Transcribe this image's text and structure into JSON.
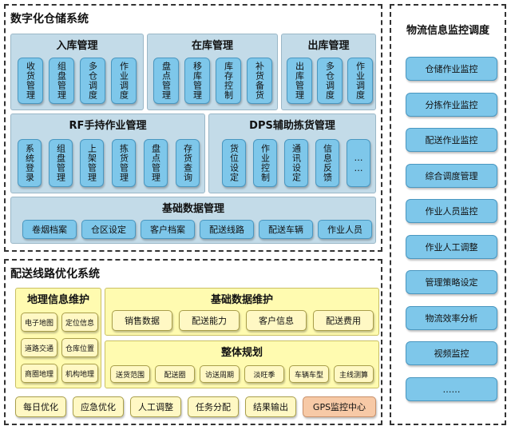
{
  "warehouse": {
    "title": "数字化仓储系统",
    "inbound": {
      "title": "入库管理",
      "items": [
        "收货管理",
        "组盘管理",
        "多仓调度",
        "作业调度"
      ]
    },
    "instock": {
      "title": "在库管理",
      "items": [
        "盘点管理",
        "移库管理",
        "库存控制",
        "补货备货"
      ]
    },
    "outbound": {
      "title": "出库管理",
      "items": [
        "出库管理",
        "多仓调度",
        "作业调度"
      ]
    },
    "rf": {
      "title": "RF手持作业管理",
      "items": [
        "系统登录",
        "组盘管理",
        "上架管理",
        "拣货管理",
        "盘点管理",
        "存货查询"
      ]
    },
    "dps": {
      "title": "DPS辅助拣货管理",
      "items": [
        "货位设定",
        "作业控制",
        "通讯设定",
        "信息反馈",
        "……"
      ]
    },
    "basic": {
      "title": "基础数据管理",
      "items": [
        "卷烟档案",
        "仓区设定",
        "客户档案",
        "配送线路",
        "配送车辆",
        "作业人员"
      ]
    }
  },
  "route": {
    "title": "配送线路优化系统",
    "geo": {
      "title": "地理信息维护",
      "items": [
        "电子地图",
        "定位信息",
        "道路交通",
        "仓库位置",
        "商圈地理",
        "机构地理"
      ]
    },
    "basic": {
      "title": "基础数据维护",
      "items": [
        "销售数据",
        "配送能力",
        "客户信息",
        "配送费用"
      ]
    },
    "plan": {
      "title": "整体规划",
      "items": [
        "送货范围",
        "配送圈",
        "访送周期",
        "淡旺季",
        "车辆车型",
        "主线测算"
      ]
    },
    "bottom": [
      "每日优化",
      "应急优化",
      "人工调整",
      "任务分配",
      "结果输出",
      "GPS监控中心"
    ]
  },
  "monitor": {
    "title": "物流信息监控调度",
    "items": [
      "仓储作业监控",
      "分拣作业监控",
      "配送作业监控",
      "综合调度管理",
      "作业人员监控",
      "作业人工调整",
      "管理策略设定",
      "物流效率分析",
      "视频监控",
      "……"
    ]
  },
  "colors": {
    "blue_box": "#7ec7ea",
    "blue_panel": "#c3dbe8",
    "yellow_panel": "#fffbb0",
    "yellow_box": "#fff8c4",
    "gps_box": "#f7c9a6"
  }
}
